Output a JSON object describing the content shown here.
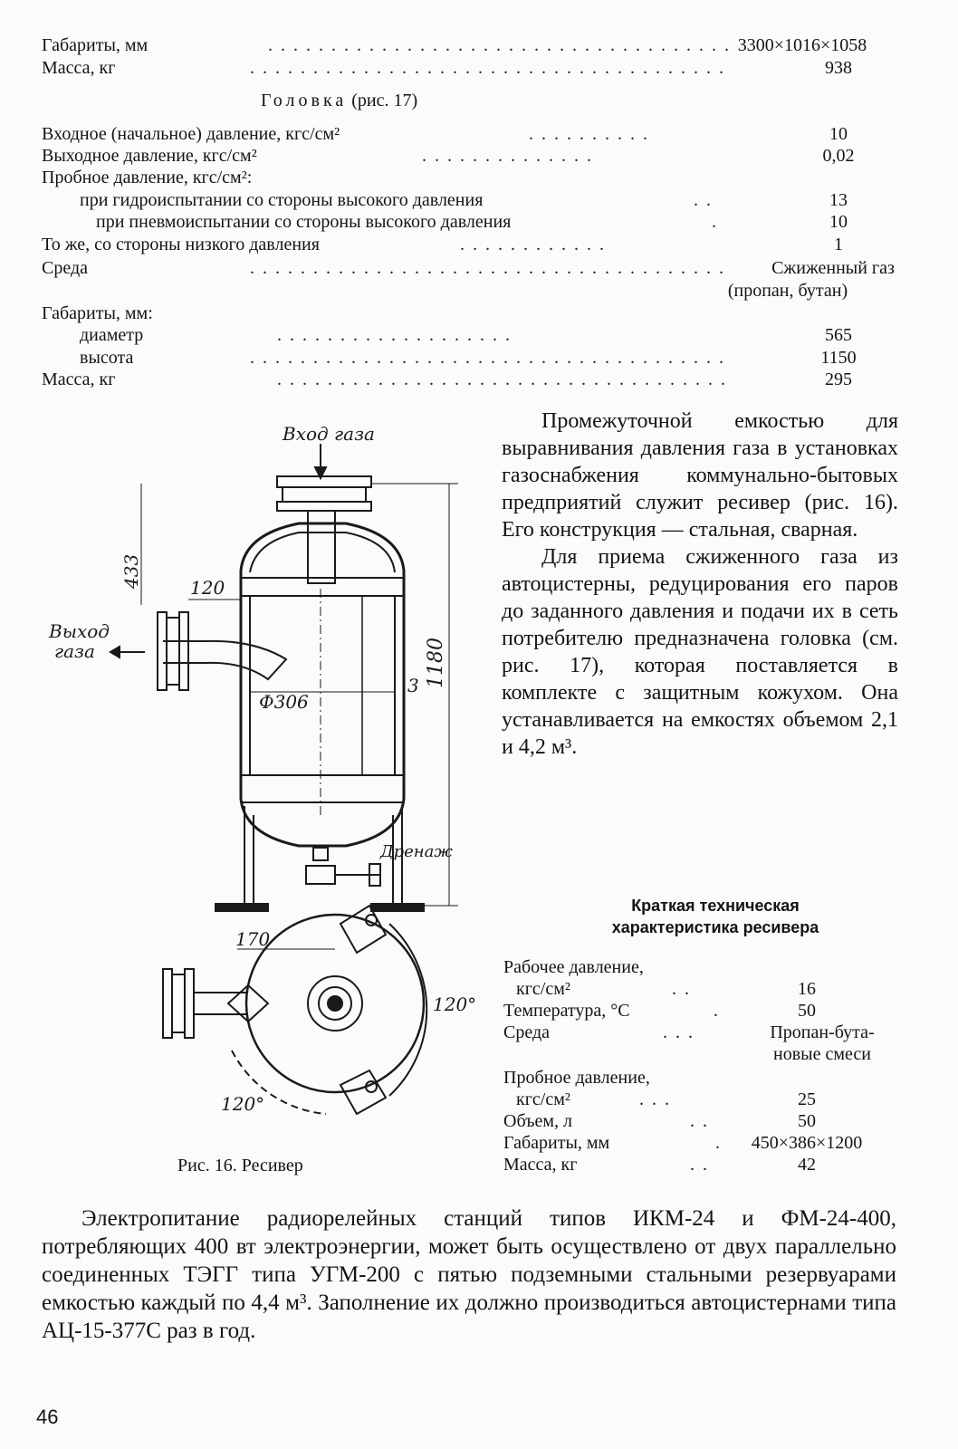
{
  "top_specs": [
    {
      "label": "Габариты, мм",
      "value": "3300×1016×1058"
    },
    {
      "label": "Масса, кг",
      "value": "938"
    }
  ],
  "head_section": {
    "title_spaced": "Головка",
    "title_ref": "(рис. 17)",
    "rows": [
      {
        "label": "Входное (начальное) давление, кгс/см²",
        "value": "10"
      },
      {
        "label": "Выходное давление, кгс/см²",
        "value": "0,02"
      },
      {
        "label": "Пробное давление, кгс/см²:",
        "value": ""
      },
      {
        "label": "при гидроиспытании со стороны высокого давления",
        "value": "13"
      },
      {
        "label": "при пневмоиспытании со стороны высокого давления",
        "value": "10"
      },
      {
        "label": "То же, со стороны низкого давления",
        "value": "1"
      },
      {
        "label": "Среда",
        "value": "Сжиженный газ"
      },
      {
        "label": "",
        "value": "(пропан, бутан)"
      },
      {
        "label": "Габариты, мм:",
        "value": ""
      },
      {
        "label": "диаметр",
        "value": "565"
      },
      {
        "label": "высота",
        "value": "1150"
      },
      {
        "label": "Масса, кг",
        "value": "295"
      }
    ]
  },
  "right_text": {
    "para1": "Промежуточной емкостью для выравнивания давления газа в установках газоснабжения коммунально-бытовых предприятий служит ресивер (рис. 16). Его конструкция — стальная, сварная.",
    "para2": "Для приема сжиженного газа из автоцистерны, редуцирования его паров до заданного давления и подачи их в сеть потребителю предназначена головка (см. рис. 17), которая поставляется в комплекте с защитным кожухом. Она устанавливается на емкостях объемом 2,1 и 4,2 м³."
  },
  "receiver_table": {
    "title_line1": "Краткая техническая",
    "title_line2": "характеристика ресивера",
    "rows": [
      {
        "label": "Рабочее давление,",
        "value": ""
      },
      {
        "label": "кгс/см²",
        "value": "16"
      },
      {
        "label": "Температура, °С",
        "value": "50"
      },
      {
        "label": "Среда",
        "value": "Пропан-бута-"
      },
      {
        "label": "",
        "value": "новые смеси"
      },
      {
        "label": "Пробное давление,",
        "value": ""
      },
      {
        "label": "кгс/см²",
        "value": "25"
      },
      {
        "label": "Объем, л",
        "value": "50"
      },
      {
        "label": "Габариты, мм",
        "value": "450×386×1200"
      },
      {
        "label": "Масса, кг",
        "value": "42"
      }
    ]
  },
  "figure": {
    "caption": "Рис. 16. Ресивер",
    "labels": {
      "gas_in": "Вход газа",
      "gas_out_1": "Выход",
      "gas_out_2": "газа",
      "drain": "Дренаж",
      "dim_433": "433",
      "dim_120": "120",
      "dim_1180": "1180",
      "dim_306": "Ф306",
      "dim_3": "3",
      "dim_170": "170",
      "angle_1": "120°",
      "angle_2": "120°"
    }
  },
  "bottom_text": "Электропитание радиорелейных станций типов ИКМ-24 и ФМ-24-400, потребляющих 400 вт электроэнергии, может быть осуществлено от двух параллельно соединенных ТЭГГ типа УГМ-200 с пятью подземными стальными резервуарами емкостью каждый по 4,4 м³. Заполнение их должно производиться автоцистернами типа АЦ-15-377С раз в год.",
  "page_number": "46"
}
